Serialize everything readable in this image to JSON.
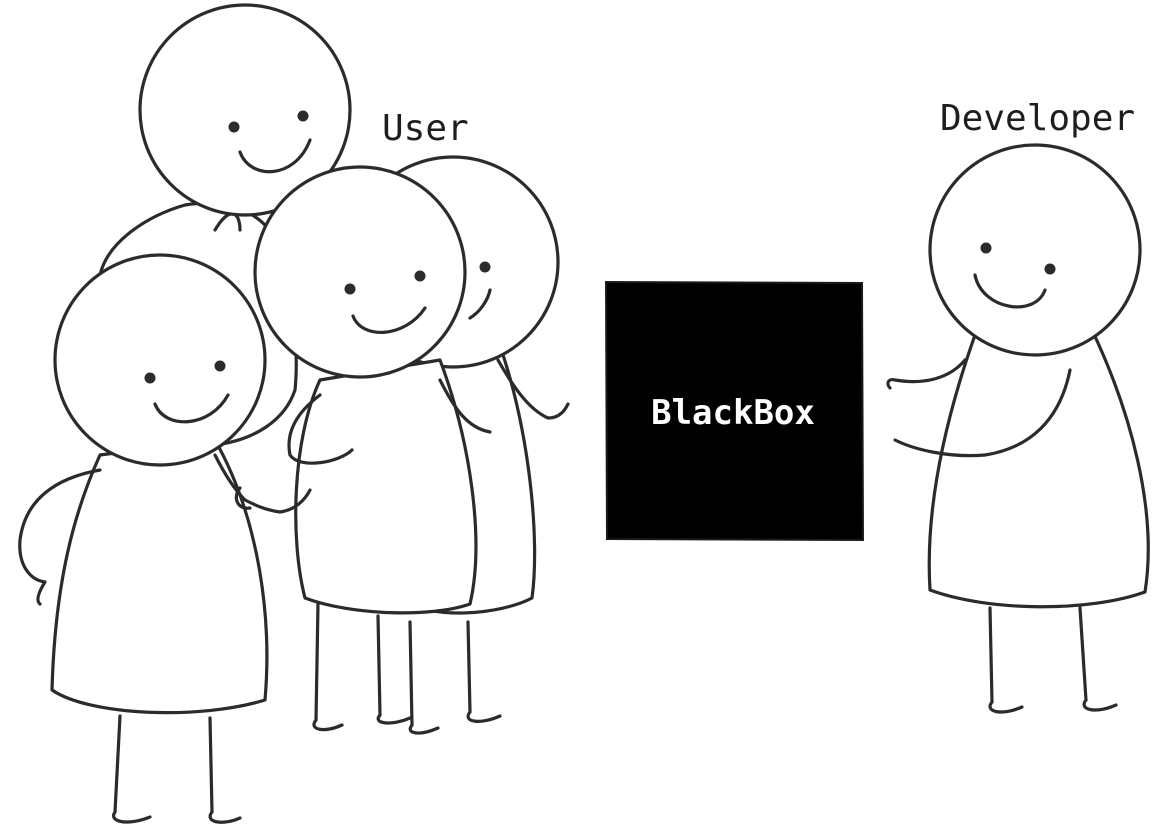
{
  "diagram": {
    "user_label": "User",
    "developer_label": "Developer",
    "box_label": "BlackBox",
    "colors": {
      "ink": "#2b2b2b",
      "box_fill": "#000000",
      "box_text": "#ffffff",
      "background": "#ffffff"
    }
  }
}
